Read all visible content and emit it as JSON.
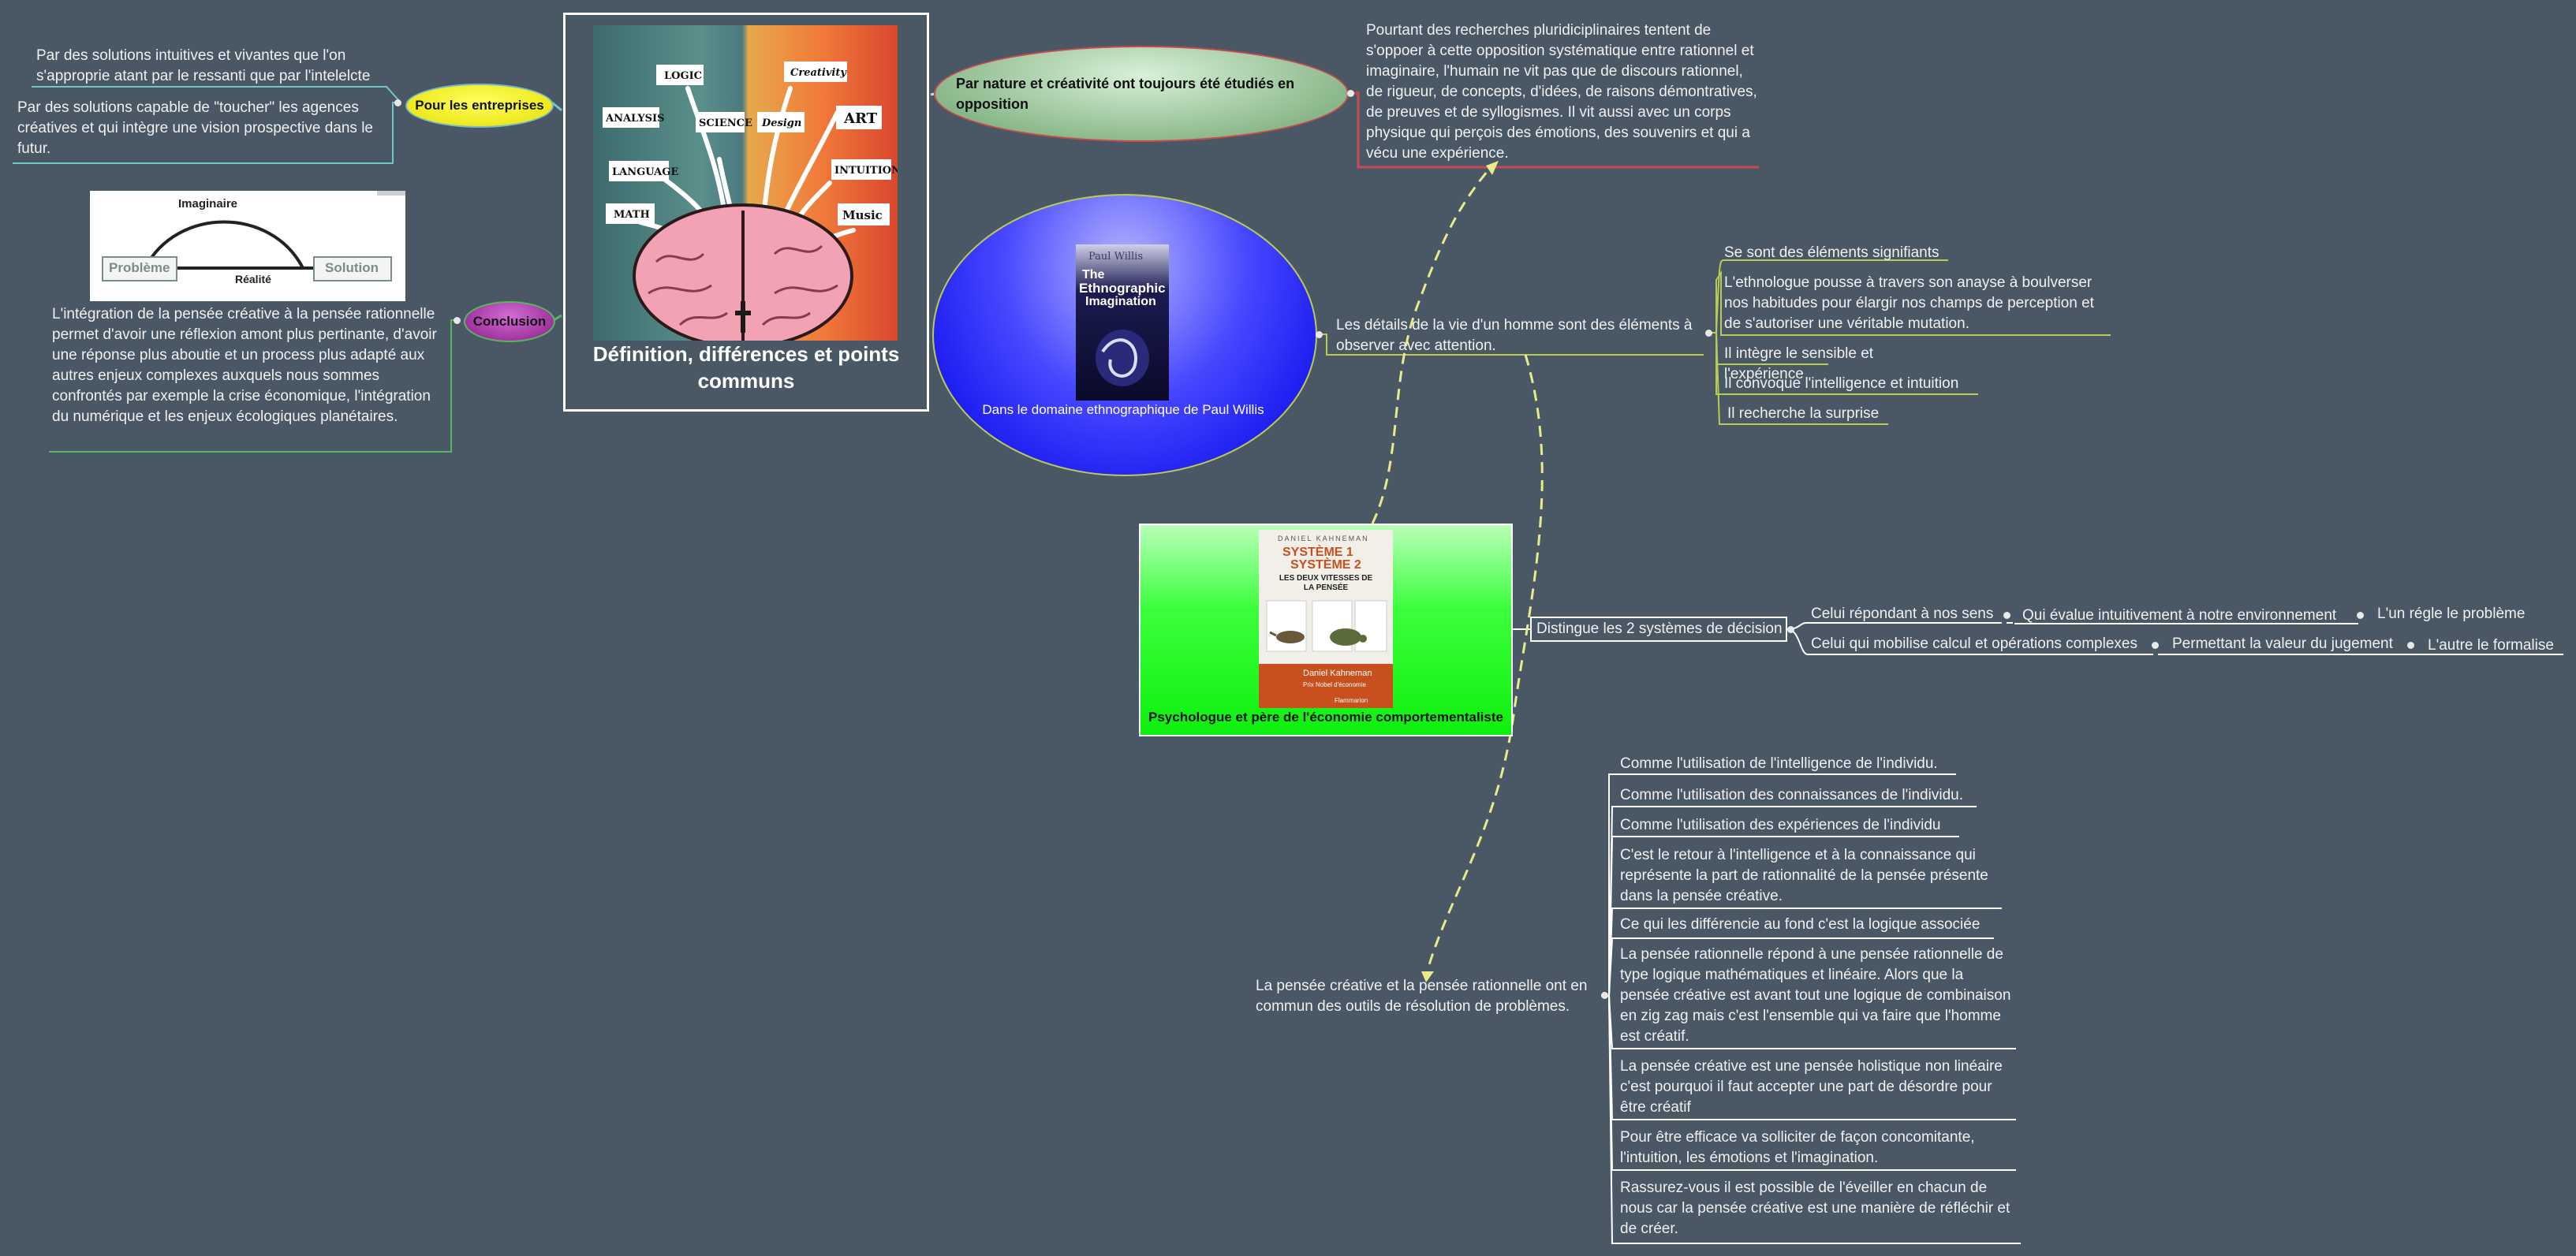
{
  "colors": {
    "background": "#4a5866",
    "link_yellow": "#e9ea8a",
    "link_green": "#a8c66c",
    "link_teal": "#6fc7c7",
    "oval_yellow": "#f4f21f",
    "oval_purple": "#9b2d9b",
    "oval_blue": "#3030ff",
    "box_green": "#22ff22"
  },
  "center": {
    "title": "Définition, différences et points communs",
    "image_icon": "brain-logic-creativity-illustration",
    "image_words": [
      "Logic",
      "Creativity",
      "Analysis",
      "Science",
      "Design",
      "ART",
      "Language",
      "Intuition",
      "Math",
      "Music"
    ]
  },
  "left": {
    "enterprises_label": "Pour les entreprises",
    "enterprise_item_1": "Par des solutions intuitives et vivantes que l'on s'approprie atant par le ressanti que par l'intelelcte",
    "enterprise_item_2": "Par des solutions capable de \"toucher\" les agences créatives et qui intègre une vision prospective dans le futur.",
    "diagram": {
      "top": "Imaginaire",
      "left": "Problème",
      "right": "Solution",
      "bottom": "Réalité"
    },
    "conclusion_label": "Conclusion",
    "conclusion_text": "L'intégration de la pensée créative à la pensée rationnelle permet d'avoir une réflexion amont plus pertinante, d'avoir une réponse plus aboutie et un process plus adapté aux autres enjeux complexes auxquels nous sommes confrontés par exemple la crise économique, l'intégration du numérique et les enjeux écologiques planétaires."
  },
  "top_right": {
    "opposition_label": "Par nature et créativité ont toujours été étudiés en opposition",
    "opposition_text": "Pourtant des recherches pluridiciplinaires tentent de s'oppoer à cette opposition systématique entre rationnel et imaginaire, l'humain ne vit pas que de discours rationnel, de rigueur, de concepts, d'idées, de raisons démontratives, de preuves et de syllogismes. Il vit aussi avec un corps physique qui perçois des émotions, des souvenirs et qui a vécu une expérience."
  },
  "willis": {
    "caption": "Dans le domaine ethnographique de Paul Willis",
    "book_author": "Paul Willis",
    "book_title_1": "The",
    "book_title_2": "Ethnographic",
    "book_title_3": "Imagination",
    "details": "Les détails de la vie d'un homme sont des éléments à observer avec attention.",
    "items": [
      "Se sont des éléments signifiants",
      "L'ethnologue pousse à travers son anayse à boulverser nos habitudes pour élargir nos champs de perception et de s'autoriser une véritable mutation.",
      "Il intègre le sensible et l'expérience",
      "Il convoque l'intelligence et intuition",
      "Il recherche  la surprise"
    ]
  },
  "kahneman": {
    "caption": "Psychologue et père de l'économie comportementaliste",
    "book_author_top": "DANIEL KAHNEMAN",
    "book_title_1": "SYSTÈME 1",
    "book_title_2": "SYSTÈME 2",
    "book_subtitle": "LES DEUX VITESSES DE LA PENSÉE",
    "book_author_bottom": "Daniel Kahneman",
    "book_prize": "Prix Nobel d'économie",
    "book_publisher": "Flammarion",
    "distinguish": "Distingue les 2 systèmes de décision",
    "system1": [
      "Celui répondant à nos sens",
      "Qui évalue intuitivement à notre environnement",
      "L'un régle le problème"
    ],
    "system2": [
      "Celui qui mobilise calcul et opérations complexes",
      "Permettant la valeur du jugement",
      "L'autre le formalise"
    ]
  },
  "bottom": {
    "common": "La pensée créative et la pensée rationnelle ont en commun des outils de résolution de problèmes.",
    "items": [
      "Comme l'utilisation de l'intelligence de l'individu.",
      "Comme l'utilisation des connaissances de l'individu.",
      "Comme l'utilisation des expériences de l'individu",
      "C'est le retour à l'intelligence et à la connaissance qui représente la part de rationnalité de la pensée présente dans la pensée créative.",
      "Ce qui les différencie au fond c'est la logique associée",
      "La pensée rationnelle répond à une pensée rationnelle de type logique mathématiques et linéaire. Alors que la pensée créative est avant tout une logique de combinaison en zig zag mais c'est l'ensemble qui va faire que l'homme est créatif.",
      "La pensée créative est une pensée holistique non linéaire c'est pourquoi il faut accepter une part de désordre pour  être créatif",
      "Pour être efficace va solliciter de façon concomitante, l'intuition, les émotions  et l'imagination.",
      "Rassurez-vous il est possible de l'éveiller en chacun de nous car la pensée créative est une manière de réfléchir et de créer."
    ]
  }
}
